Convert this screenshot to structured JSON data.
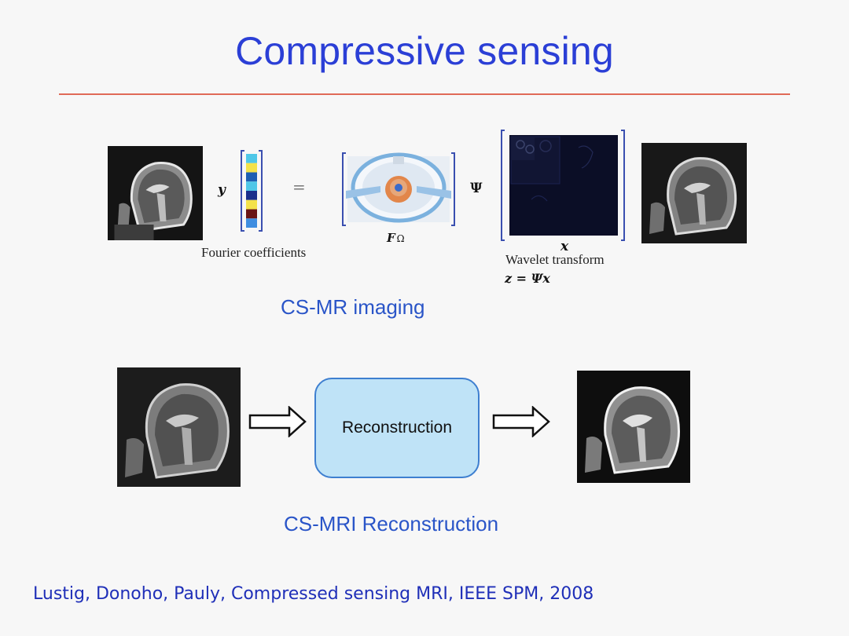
{
  "slide": {
    "title": "Compressive sensing",
    "accent_color": "#2b3fd6",
    "rule_color": "#e06a57"
  },
  "top_diagram": {
    "y_symbol": "y",
    "equals_symbol": "=",
    "fourier_caption": "Fourier coefficients",
    "f_symbol": "F",
    "f_subscript": "Ω",
    "psi_symbol": "Ψ",
    "x_symbol": "x",
    "wavelet_caption": "Wavelet transform",
    "z_equation": "z = Ψx",
    "label": "CS-MR imaging",
    "vector_colors": [
      "#4fc7e8",
      "#f4e24a",
      "#1e5fb3",
      "#4fc7e8",
      "#1a2f8c",
      "#f4e24a",
      "#6a1515",
      "#3f8ee0"
    ]
  },
  "bottom_diagram": {
    "box_label": "Reconstruction",
    "label": "CS-MRI Reconstruction"
  },
  "citation": "Lustig, Donoho, Pauly, Compressed sensing MRI, IEEE SPM, 2008"
}
